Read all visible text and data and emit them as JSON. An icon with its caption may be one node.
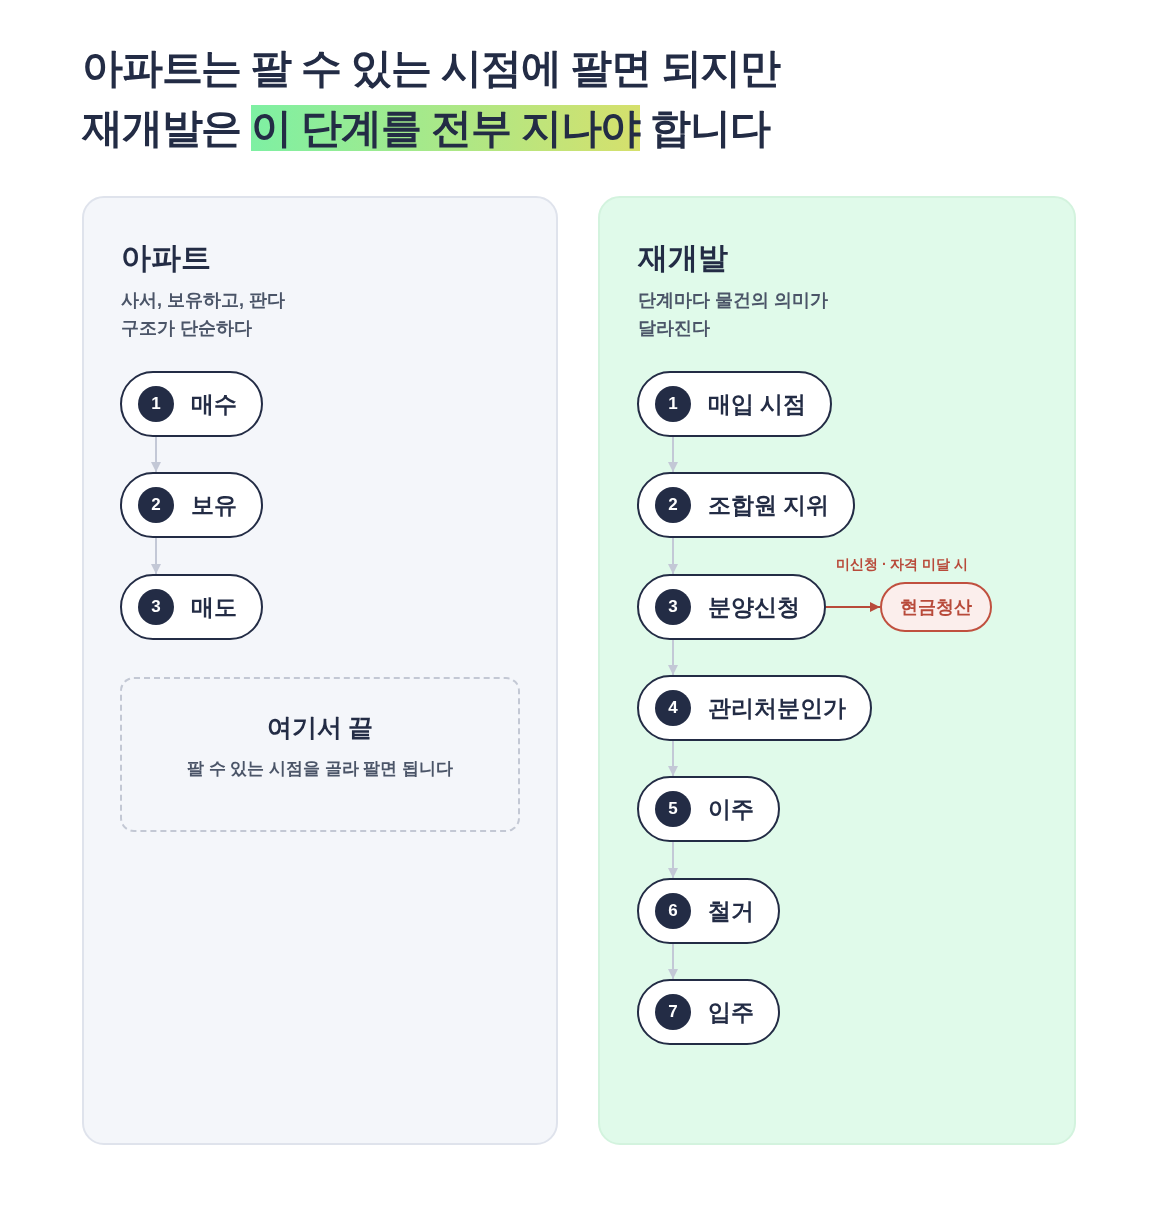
{
  "diagram": {
    "title": "아파트는 팔 수 있는 시점에 팔면 되지만 재개발은 **이 단계를 전부 지나야** 합니다",
    "nodes": [
      {
        "text": [
          "아파트",
          "사서, 보유하고, 판다 구조가 단순하다"
        ]
      },
      {
        "text": [
          "1",
          "매수"
        ],
        "in": 0
      },
      {
        "text": [
          "2",
          "보유"
        ],
        "in": 0
      },
      {
        "text": [
          "3",
          "매도"
        ],
        "in": 0
      },
      {
        "text": [
          "여기서 끝",
          "팔 수 있는 시점을 골라 팔면 됩니다"
        ],
        "in": 0
      },
      {
        "text": [
          "재개발",
          "단계마다 물건의 의미가 달라진다"
        ]
      },
      {
        "text": [
          "1",
          "매입 시점"
        ],
        "in": 5
      },
      {
        "text": [
          "2",
          "조합원 지위"
        ],
        "in": 5
      },
      {
        "text": [
          "3",
          "분양신청"
        ],
        "in": 5
      },
      {
        "text": [
          "현금청산"
        ],
        "in": 5
      },
      {
        "text": [
          "4",
          "관리처분인가"
        ],
        "in": 5
      },
      {
        "text": [
          "5",
          "이주"
        ],
        "in": 5
      },
      {
        "text": [
          "6",
          "철거"
        ],
        "in": 5
      },
      {
        "text": [
          "7",
          "입주"
        ],
        "in": 5
      }
    ],
    "edges": [
      {
        "from": 1,
        "to": 2,
        "arrow": "to"
      },
      {
        "from": 2,
        "to": 3,
        "arrow": "to"
      },
      {
        "from": 6,
        "to": 7,
        "arrow": "to"
      },
      {
        "from": 7,
        "to": 8,
        "arrow": "to"
      },
      {
        "from": 8,
        "to": 9,
        "arrow": "to",
        "label": "미신청 · 자격 미달 시",
        "color": "#b84a3a"
      },
      {
        "from": 8,
        "to": 10,
        "arrow": "to"
      },
      {
        "from": 10,
        "to": 11,
        "arrow": "to"
      },
      {
        "from": 11,
        "to": 12,
        "arrow": "to"
      },
      {
        "from": 12,
        "to": 13,
        "arrow": "to"
      }
    ]
  }
}
